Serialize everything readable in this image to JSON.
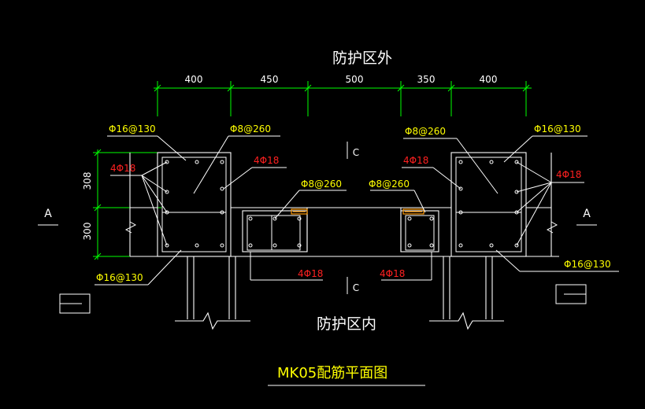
{
  "labels": {
    "outside": "防护区外",
    "inside": "防护区内",
    "title": "MK05配筋平面图",
    "section_a": "A",
    "section_c": "C"
  },
  "dimensions": {
    "horizontal": [
      "400",
      "450",
      "500",
      "350",
      "400"
    ],
    "vertical": [
      "308",
      "300"
    ]
  },
  "rebar": {
    "phi16_130": "Φ16@130",
    "phi8_260": "Φ8@260",
    "four_phi18": "4Φ18"
  },
  "colors": {
    "background": "#000000",
    "lines": "#ffffff",
    "dimension": "#00ff00",
    "label_yellow": "#ffff00",
    "label_red": "#ff2020",
    "detail": "#ff9900"
  }
}
